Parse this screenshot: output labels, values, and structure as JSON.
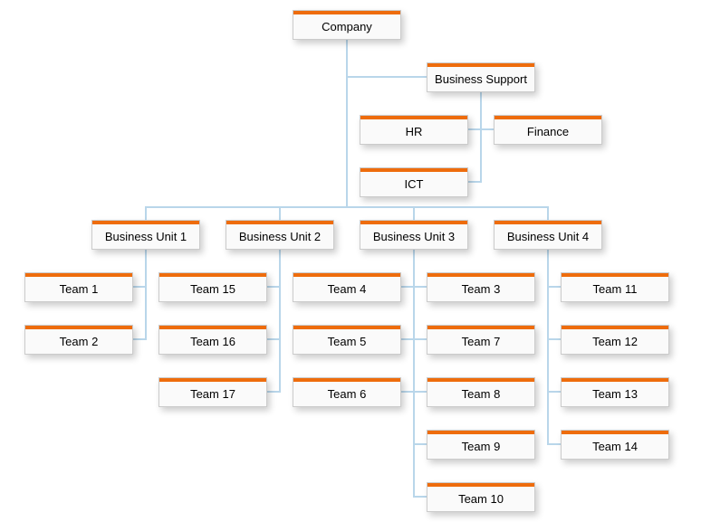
{
  "diagram": {
    "type": "org-chart",
    "colors": {
      "node_accent": "#ee6c0c",
      "connector": "#b9d6ea",
      "node_background": "#fafafa",
      "node_border": "#cbcbcb"
    },
    "nodes": [
      {
        "label": "Company",
        "parent": null
      },
      {
        "label": "Business Support",
        "parent": "Company"
      },
      {
        "label": "HR",
        "parent": "Business Support"
      },
      {
        "label": "Finance",
        "parent": "Business Support"
      },
      {
        "label": "ICT",
        "parent": "Business Support"
      },
      {
        "label": "Business Unit 1",
        "parent": "Company"
      },
      {
        "label": "Business Unit 2",
        "parent": "Company"
      },
      {
        "label": "Business Unit 3",
        "parent": "Company"
      },
      {
        "label": "Business Unit 4",
        "parent": "Company"
      },
      {
        "label": "Team 1",
        "parent": "Business Unit 1"
      },
      {
        "label": "Team 2",
        "parent": "Business Unit 1"
      },
      {
        "label": "Team 15",
        "parent": "Business Unit 2"
      },
      {
        "label": "Team 16",
        "parent": "Business Unit 2"
      },
      {
        "label": "Team 17",
        "parent": "Business Unit 2"
      },
      {
        "label": "Team 4",
        "parent": "Business Unit 3"
      },
      {
        "label": "Team 5",
        "parent": "Business Unit 3"
      },
      {
        "label": "Team 6",
        "parent": "Business Unit 3"
      },
      {
        "label": "Team 3",
        "parent": "Business Unit 3"
      },
      {
        "label": "Team 7",
        "parent": "Business Unit 3"
      },
      {
        "label": "Team 8",
        "parent": "Business Unit 3"
      },
      {
        "label": "Team 9",
        "parent": "Business Unit 3"
      },
      {
        "label": "Team 10",
        "parent": "Business Unit 3"
      },
      {
        "label": "Team 11",
        "parent": "Business Unit 4"
      },
      {
        "label": "Team 12",
        "parent": "Business Unit 4"
      },
      {
        "label": "Team 13",
        "parent": "Business Unit 4"
      },
      {
        "label": "Team 14",
        "parent": "Business Unit 4"
      }
    ]
  }
}
